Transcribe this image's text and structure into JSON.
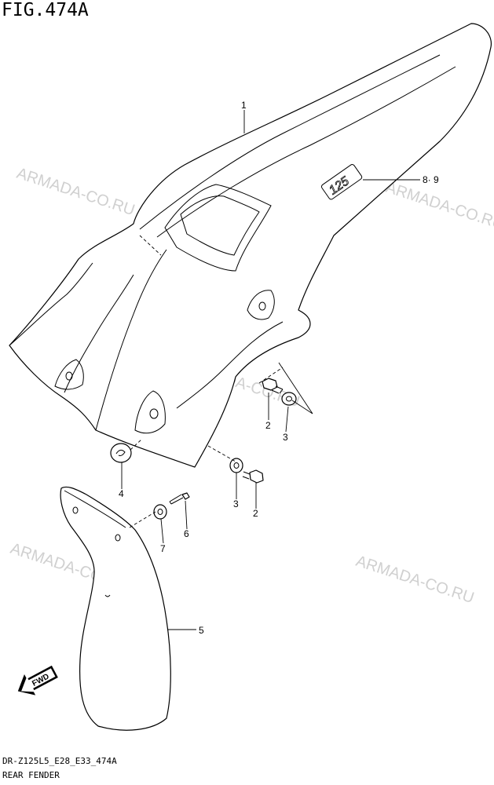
{
  "figure": {
    "title": "FIG.474A",
    "code": "DR-Z125L5_E28_E33_474A",
    "name": "REAR FENDER"
  },
  "watermark": "ARMADA-CO.RU",
  "direction_label": "FWD",
  "fender_decal": "125",
  "callouts": [
    "1",
    "8· 9",
    "2",
    "3",
    "4",
    "3",
    "2",
    "7",
    "6",
    "5"
  ],
  "colors": {
    "line": "#000000",
    "watermark": "#d0d0d0",
    "background": "#ffffff"
  }
}
